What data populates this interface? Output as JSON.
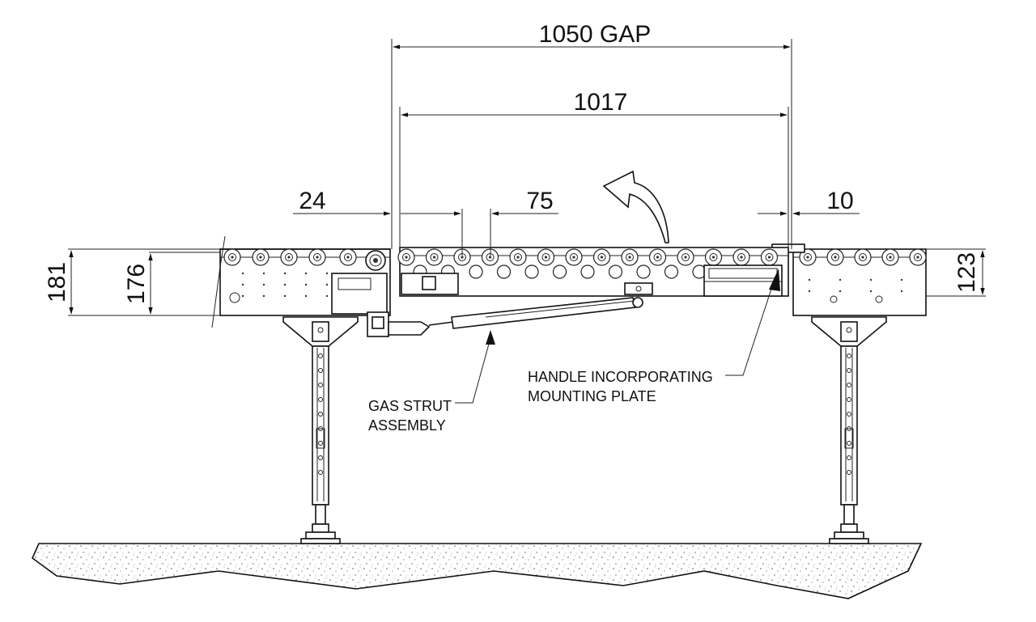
{
  "dimensions": {
    "gap_overall": "1050 GAP",
    "inner_span": "1017",
    "left_offset": "24",
    "roller_pitch": "75",
    "right_offset": "10",
    "height_outer": "181",
    "height_inner": "176",
    "height_right": "123"
  },
  "labels": {
    "gas_strut_line1": "GAS STRUT",
    "gas_strut_line2": "ASSEMBLY",
    "handle_line1": "HANDLE INCORPORATING",
    "handle_line2": "MOUNTING PLATE"
  }
}
